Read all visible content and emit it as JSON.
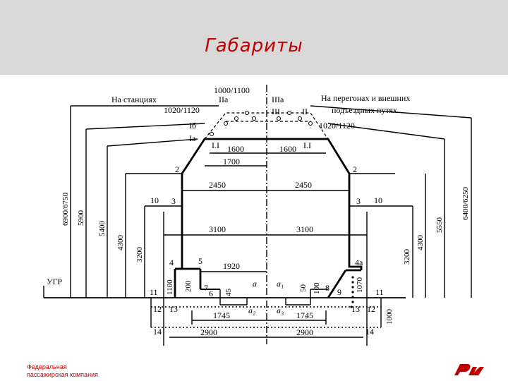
{
  "slide": {
    "title": "Габариты",
    "footer_company": [
      "Федеральная",
      "пассажирская компания"
    ],
    "logo_text": "РЖД"
  },
  "diagram": {
    "header_left": "На станциях",
    "header_right_1": "На перегонах и внешних",
    "header_right_2": "подъездных путях",
    "label_1000_1100": "1000/1100",
    "label_1020_1120_left": "1020/1120",
    "label_1020_1120_right": "1020/1120",
    "label_IIa": "IIа",
    "label_IIIa": "IIIа",
    "label_III": "III",
    "label_II": "II",
    "label_Ib": "Iб",
    "label_Ia": "Iа",
    "label_I_left": "I.I",
    "label_I_right": "I.I",
    "dim_1600_left": "1600",
    "dim_1600_right": "1600",
    "dim_1700": "1700",
    "dim_2450_left": "2450",
    "dim_2450_right": "2450",
    "dim_3100_left": "3100",
    "dim_3100_right": "3100",
    "dim_1920": "1920",
    "dim_1745_left": "1745",
    "dim_1745_right": "1745",
    "dim_2900_left": "2900",
    "dim_2900_right": "2900",
    "v_6900_6750": "6900/6750",
    "v_5900": "5900",
    "v_5400": "5400",
    "v_4300_left": "4300",
    "v_3200_left": "3200",
    "v_1100": "1100",
    "v_200": "200",
    "v_45": "45",
    "v_50": "50",
    "v_100": "100",
    "v_1070": "1070",
    "v_1000": "1000",
    "v_3200_right": "3200",
    "v_4300_right": "4300",
    "v_5550": "5550",
    "v_6400_6250": "6400/6250",
    "ugr": "УГР",
    "a": "a",
    "a1": "a₁",
    "a2": "a₂",
    "a3": "a₃",
    "pt_2_left": "2",
    "pt_2_right": "2",
    "pt_3_left": "3",
    "pt_3_right": "3",
    "pt_10_left": "10",
    "pt_10_right": "10",
    "pt_4": "4",
    "pt_4a": "4а",
    "pt_5": "5",
    "pt_6": "6",
    "pt_7": "7",
    "pt_8": "8",
    "pt_9": "9",
    "pt_11_left": "11",
    "pt_11_right": "11",
    "pt_12_left": "12",
    "pt_12_right": "12",
    "pt_13_left": "13",
    "pt_13_right": "13",
    "pt_14_left": "14",
    "pt_14_right": "14"
  },
  "colors": {
    "title": "#c00000",
    "band": "#d9d9d9",
    "logo": "#c00000"
  }
}
